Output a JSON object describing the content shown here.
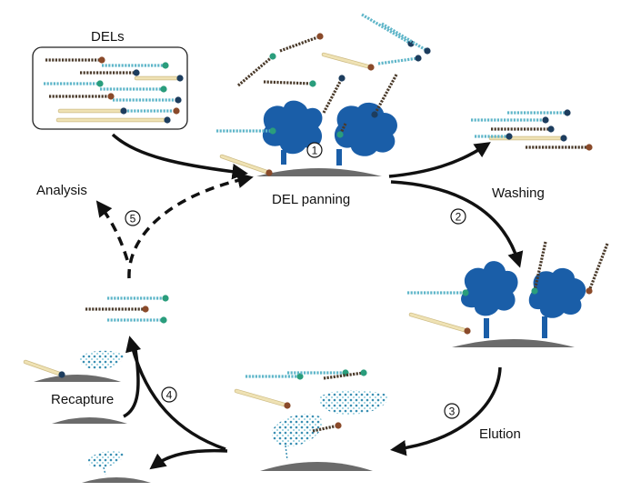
{
  "labels": {
    "dels": "DELs",
    "del_panning": "DEL panning",
    "washing": "Washing",
    "elution": "Elution",
    "recapture": "Recapture",
    "analysis": "Analysis"
  },
  "steps": [
    "1",
    "2",
    "3",
    "4",
    "5"
  ],
  "colors": {
    "protein": "#1a5ea8",
    "surface": "#6b6b6b",
    "chain_dark": "#4a3a2a",
    "chain_teal": "#5fb6c9",
    "chain_cream": "#efe2b4",
    "bead_green": "#2a9d7c",
    "bead_brown": "#8a4a2a",
    "bead_navy": "#1d3d5e",
    "arrow": "#111111"
  }
}
